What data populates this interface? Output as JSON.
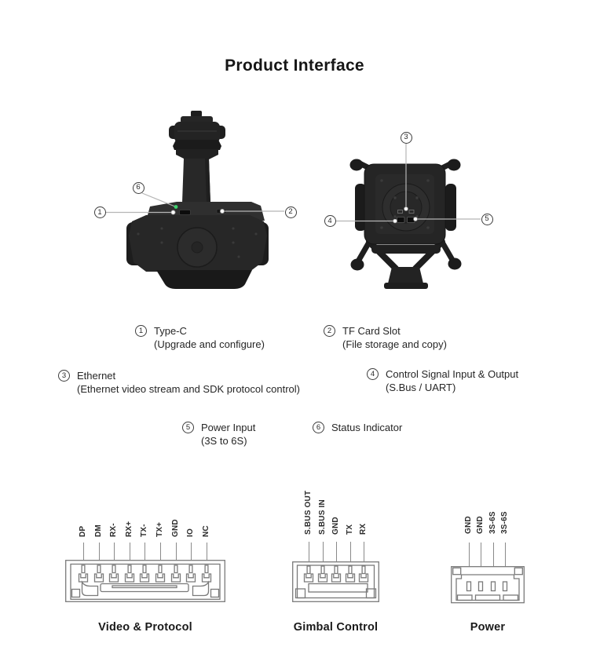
{
  "title": "Product Interface",
  "callouts": {
    "c1": "1",
    "c2": "2",
    "c3": "3",
    "c4": "4",
    "c5": "5",
    "c6": "6"
  },
  "interface_items": [
    {
      "num": "1",
      "name": "Type-C",
      "desc": "(Upgrade and configure)"
    },
    {
      "num": "2",
      "name": "TF Card Slot",
      "desc": "(File storage and copy)"
    },
    {
      "num": "3",
      "name": "Ethernet",
      "desc": "(Ethernet video stream and SDK protocol control)"
    },
    {
      "num": "4",
      "name": "Control Signal Input & Output",
      "desc": "(S.Bus / UART)"
    },
    {
      "num": "5",
      "name": "Power Input",
      "desc": "(3S to 6S)"
    },
    {
      "num": "6",
      "name": "Status Indicator",
      "desc": ""
    }
  ],
  "connectors": [
    {
      "title": "Video & Protocol",
      "pins": [
        "DP",
        "DM",
        "RX-",
        "RX+",
        "TX-",
        "TX+",
        "GND",
        "IO",
        "NC"
      ]
    },
    {
      "title": "Gimbal Control",
      "pins": [
        "S.BUS OUT",
        "S.BUS IN",
        "GND",
        "TX",
        "RX"
      ]
    },
    {
      "title": "Power",
      "pins": [
        "GND",
        "GND",
        "3S-6S",
        "3S-6S"
      ]
    }
  ],
  "colors": {
    "led_green": "#3ed36e",
    "leader_line": "#b5b5b5",
    "connector_stroke": "#7a7a7a"
  }
}
